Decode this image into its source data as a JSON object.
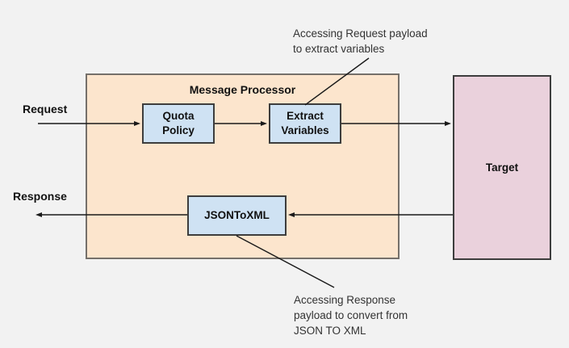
{
  "canvas": {
    "background": "#f2f2f2"
  },
  "message_processor": {
    "title": "Message Processor",
    "fill": "#fce5cd",
    "border": "#75706a"
  },
  "nodes": {
    "quota_policy": {
      "label": "Quota\nPolicy",
      "fill": "#cfe2f3"
    },
    "extract_variables": {
      "label": "Extract\nVariables",
      "fill": "#cfe2f3"
    },
    "json_to_xml": {
      "label": "JSONToXML",
      "fill": "#cfe2f3"
    },
    "target": {
      "label": "Target",
      "fill": "#ead1dc"
    }
  },
  "flow_labels": {
    "request": "Request",
    "response": "Response"
  },
  "annotations": {
    "top": "Accessing Request payload\nto extract variables",
    "bottom": "Accessing Response\npayload to convert from\nJSON TO XML"
  },
  "colors": {
    "arrow": "#1a1a1a",
    "node_border": "#3d3d3d",
    "annotation_text": "#333333"
  }
}
